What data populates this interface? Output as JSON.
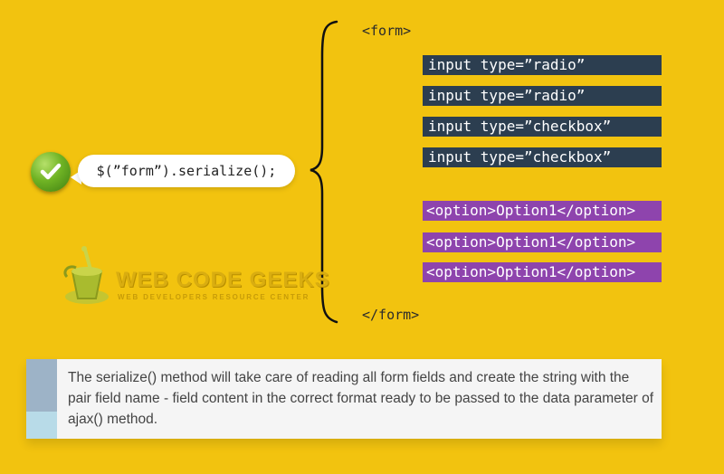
{
  "icons": {
    "check": "check-icon",
    "brace": "curly-brace-icon",
    "logo": "web-code-geeks-logo-icon"
  },
  "colors": {
    "background": "#f2c30f",
    "input_row": "#2c3e50",
    "option_row": "#8e44ad"
  },
  "serialize_call": "$(”form”).serialize();",
  "form_open": "<form>",
  "form_close": "</form>",
  "inputs": [
    "input type=”radio”",
    "input type=”radio”",
    "input type=”checkbox”",
    "input type=”checkbox”"
  ],
  "options": [
    "<option>Option1</option>",
    "<option>Option1</option>",
    "<option>Option1</option>"
  ],
  "logo": {
    "title": "WEB CODE GEEKS",
    "subtitle": "WEB DEVELOPERS RESOURCE CENTER"
  },
  "description": "The serialize() method will take care of reading all form fields and create the string with the pair field name - field content in the correct format ready to be passed to the data parameter of ajax() method."
}
